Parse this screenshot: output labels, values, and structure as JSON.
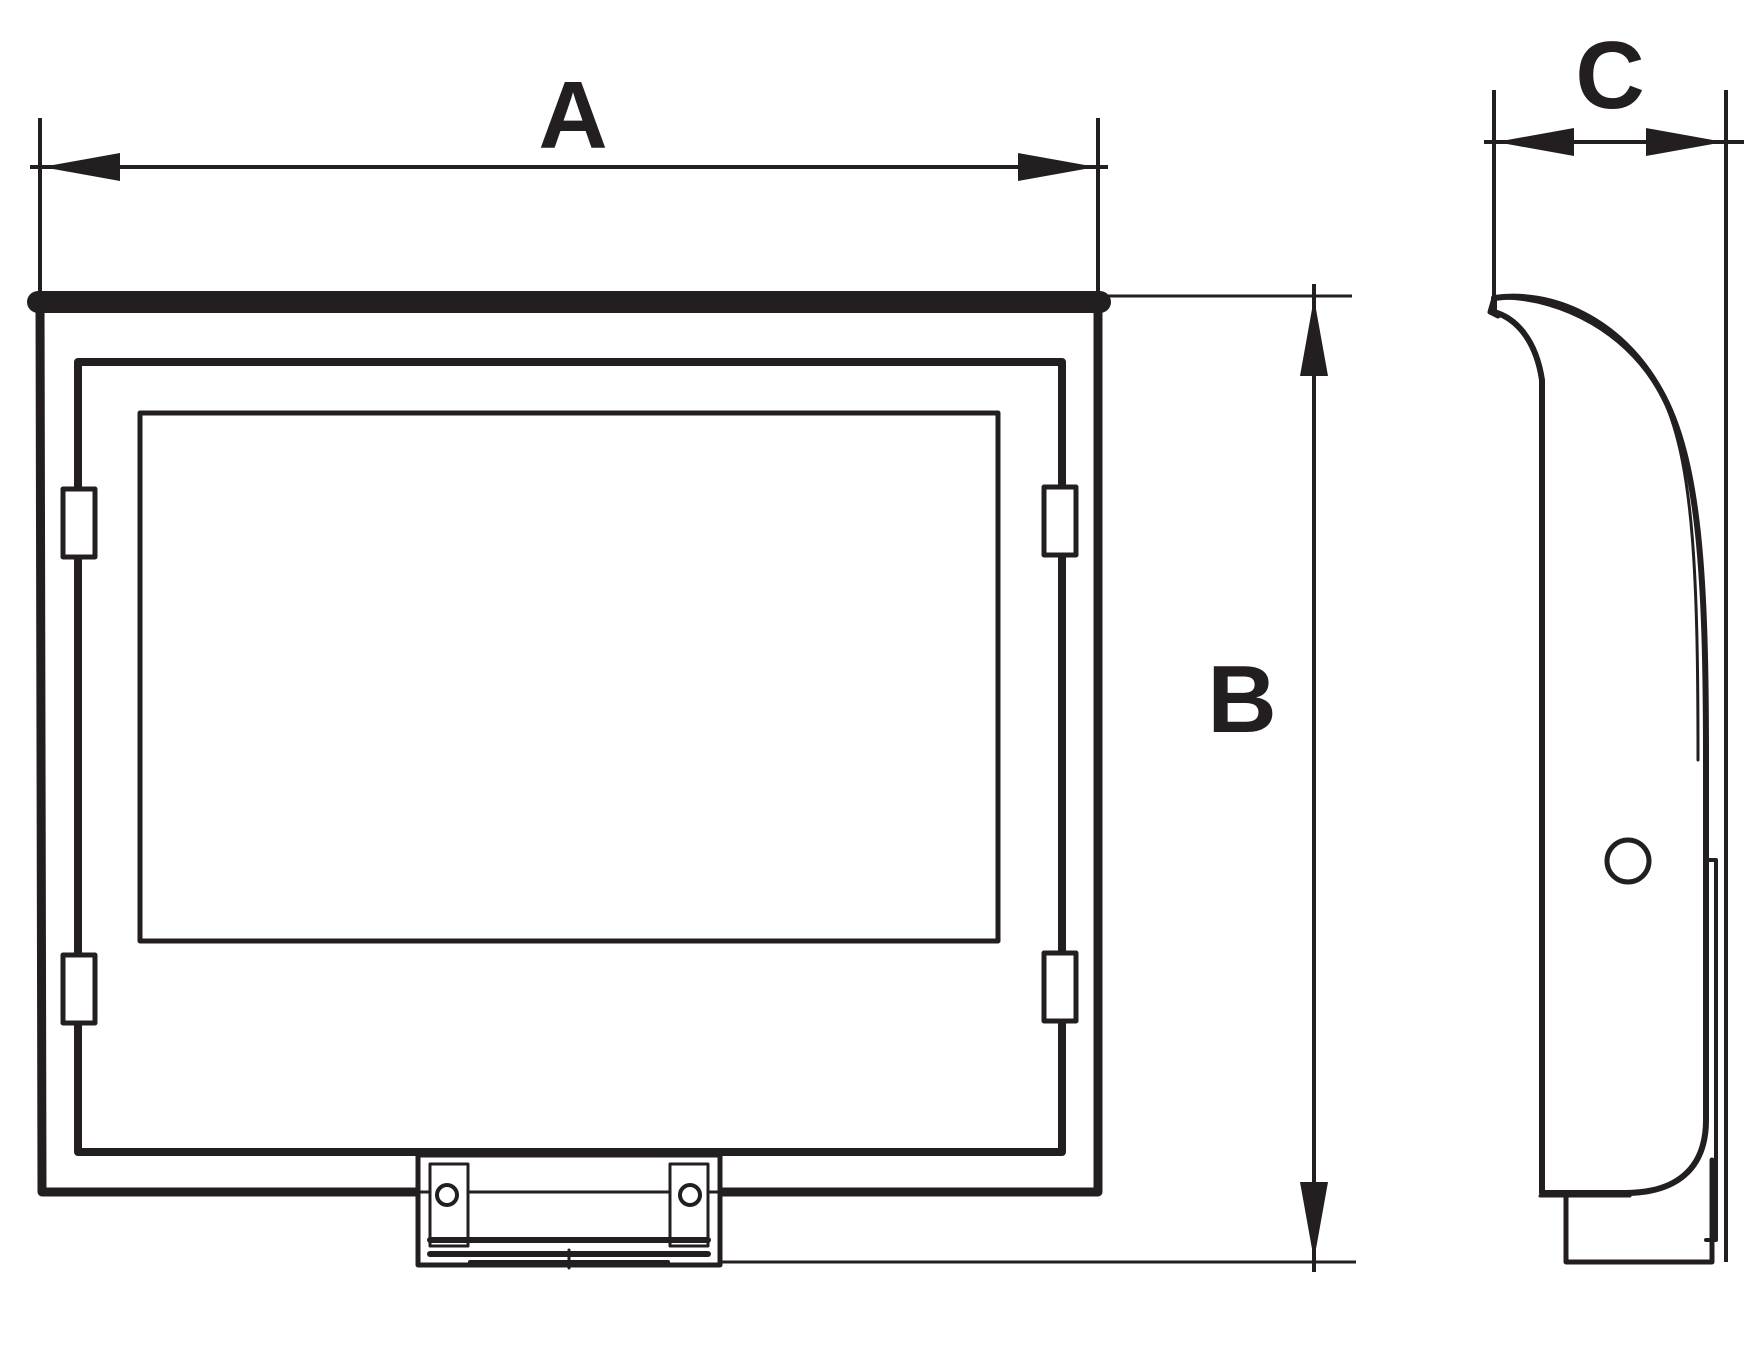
{
  "dimensions": {
    "width_label": "A",
    "height_label": "B",
    "depth_label": "C"
  },
  "colors": {
    "line": "#231f20",
    "background": "#ffffff"
  }
}
